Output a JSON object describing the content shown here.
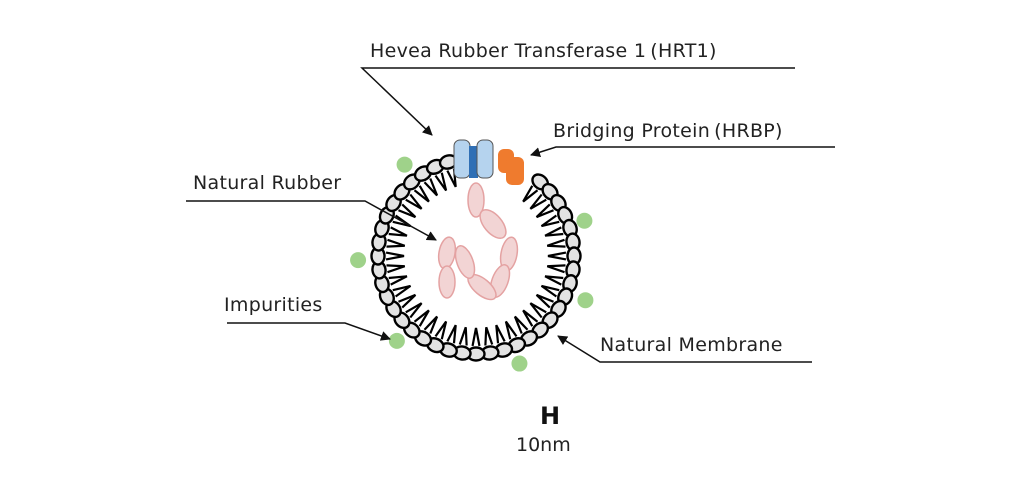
{
  "labels": {
    "hrt1": "Hevea Rubber Transferase 1 (HRT1)",
    "hrbp": "Bridging Protein (HRBP)",
    "natural_rubber": "Natural Rubber",
    "impurities": "Impurities",
    "natural_membrane": "Natural Membrane"
  },
  "scale_bar": {
    "symbol": "H",
    "value": "10nm"
  },
  "colors": {
    "lipid_head_fill": "#e3e3e3",
    "lipid_outline": "#000000",
    "hrt1_light": "#b5d3ee",
    "hrt1_dark": "#2f6fb5",
    "hrbp": "#ef7b2e",
    "impurity": "#9fd28a",
    "rubber_fill": "#f2d4d4",
    "rubber_stroke": "#e4a2a2"
  }
}
